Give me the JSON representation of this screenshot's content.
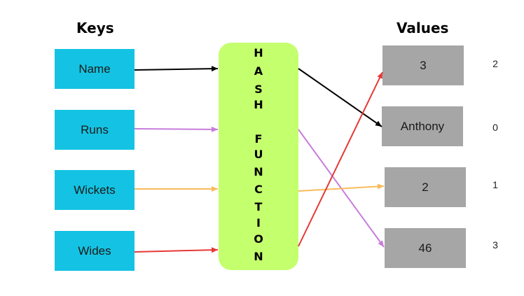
{
  "headers": {
    "keys": "Keys",
    "values": "Values"
  },
  "hash_function": {
    "letters": [
      "H",
      "A",
      "S",
      "H",
      "F",
      "U",
      "N",
      "C",
      "T",
      "I",
      "O",
      "N"
    ]
  },
  "keys": [
    {
      "label": "Name"
    },
    {
      "label": "Runs"
    },
    {
      "label": "Wickets"
    },
    {
      "label": "Wides"
    }
  ],
  "values": [
    {
      "label": "3",
      "index": "2"
    },
    {
      "label": "Anthony",
      "index": "0"
    },
    {
      "label": "2",
      "index": "1"
    },
    {
      "label": "46",
      "index": "3"
    }
  ],
  "colors": {
    "key_box": "#14c3e3",
    "value_box": "#a6a6a6",
    "hash_box": "#c4ff6e",
    "arrow_name": "#000000",
    "arrow_runs": "#c77ddb",
    "arrow_wickets": "#f9bb5c",
    "arrow_wides": "#e53935"
  }
}
